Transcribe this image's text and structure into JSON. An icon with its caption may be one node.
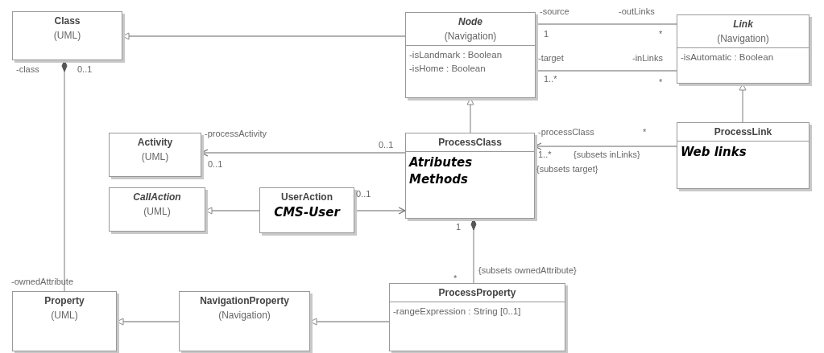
{
  "diagram": {
    "nodes": [
      {
        "text": [
          "Class",
          "(UML)"
        ]
      },
      {
        "text": [
          "Node",
          "(Navigation)",
          "-isLandmark : Boolean",
          "-isHome : Boolean"
        ]
      },
      {
        "text": [
          "Link",
          "(Navigation)",
          "-isAutomatic : Boolean"
        ]
      },
      {
        "text": [
          "Activity",
          "(UML)"
        ]
      },
      {
        "text": [
          "ProcessClass",
          "Atributes",
          "Methods"
        ]
      },
      {
        "text": [
          "ProcessLink",
          "Web links"
        ]
      },
      {
        "text": [
          "CallAction",
          "(UML)"
        ]
      },
      {
        "text": [
          "UserAction",
          "CMS-User"
        ]
      },
      {
        "text": [
          "Property",
          "(UML)"
        ]
      },
      {
        "text": [
          "NavigationProperty",
          "(Navigation)"
        ]
      },
      {
        "text": [
          "ProcessProperty",
          "-rangeExpression : String [0..1]"
        ]
      }
    ],
    "edges": [
      {
        "from": 1,
        "to": 0,
        "arrow": "to"
      },
      {
        "from": 1,
        "to": 2,
        "arrow": "none"
      },
      {
        "from": 1,
        "to": 2,
        "arrow": "none"
      },
      {
        "from": 4,
        "to": 1,
        "arrow": "to"
      },
      {
        "from": 5,
        "to": 2,
        "arrow": "to"
      },
      {
        "from": 4,
        "to": 3,
        "arrow": "to"
      },
      {
        "from": 5,
        "to": 4,
        "arrow": "to"
      },
      {
        "from": 7,
        "to": 6,
        "arrow": "to"
      },
      {
        "from": 7,
        "to": 4,
        "arrow": "to"
      },
      {
        "from": 8,
        "to": 0,
        "arrow": "other"
      },
      {
        "from": 9,
        "to": 8,
        "arrow": "to"
      },
      {
        "from": 10,
        "to": 9,
        "arrow": "to"
      },
      {
        "from": 10,
        "to": 4,
        "arrow": "other"
      }
    ],
    "labels": [
      "-source",
      "-outLinks",
      "1",
      "*",
      "-target",
      "-inLinks",
      "1..*",
      "*",
      "-class",
      "0..1",
      "-processActivity",
      "0..1",
      "0..1",
      "-processClass",
      "*",
      "1..*",
      "{subsets inLinks}",
      "{subsets target}",
      "0..1",
      "1",
      "*",
      "{subsets ownedAttribute}",
      "-ownedAttribute"
    ]
  }
}
